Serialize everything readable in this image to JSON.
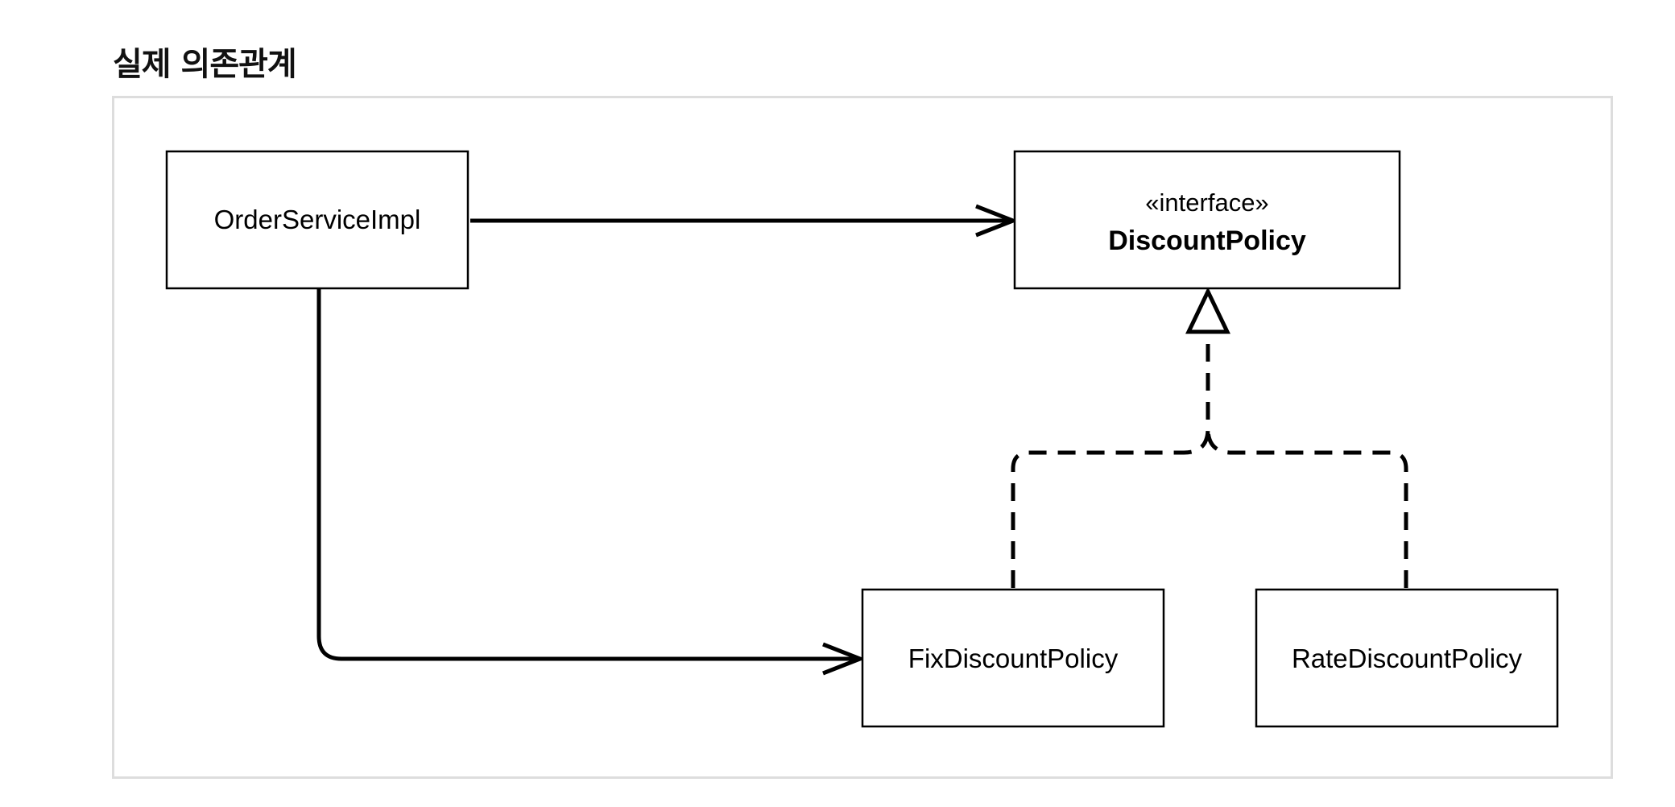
{
  "heading": "실제 의존관계",
  "diagram": {
    "nodes": {
      "order_service_impl": {
        "label": "OrderServiceImpl"
      },
      "discount_policy": {
        "stereotype": "«interface»",
        "label": "DiscountPolicy"
      },
      "fix_discount_policy": {
        "label": "FixDiscountPolicy"
      },
      "rate_discount_policy": {
        "label": "RateDiscountPolicy"
      }
    },
    "edges": [
      {
        "from": "order_service_impl",
        "to": "discount_policy",
        "type": "dependency"
      },
      {
        "from": "order_service_impl",
        "to": "fix_discount_policy",
        "type": "dependency"
      },
      {
        "from": "fix_discount_policy",
        "to": "discount_policy",
        "type": "realization"
      },
      {
        "from": "rate_discount_policy",
        "to": "discount_policy",
        "type": "realization"
      }
    ]
  },
  "colors": {
    "stroke": "#000000",
    "frame_border": "#dddddd",
    "code_border": "#e3e3e3"
  }
}
